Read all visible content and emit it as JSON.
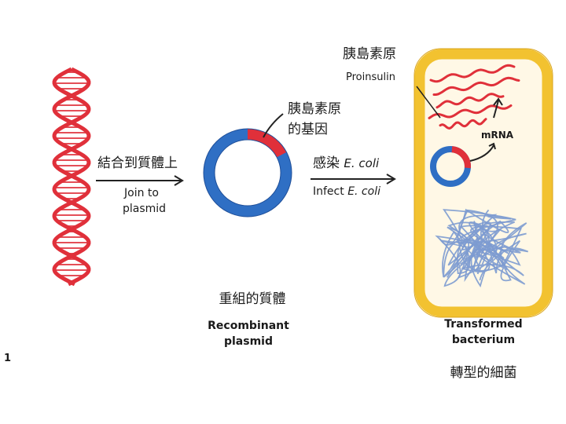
{
  "labels": {
    "join_zh": "結合到質體上",
    "join_en_1": "Join to",
    "join_en_2": "plasmid",
    "gene_zh_1": "胰島素原",
    "gene_zh_2": "的基因",
    "infect_zh_prefix": "感染",
    "infect_zh_species": "E. coli",
    "infect_en_prefix": "Infect",
    "infect_en_species": "E. coli",
    "recomb_zh": "重組的質體",
    "recomb_en_1": "Recombinant",
    "recomb_en_2": "plasmid",
    "proinsulin_zh": "胰島素原",
    "proinsulin_en": "Proinsulin",
    "mrna": "mRNA",
    "transformed_en_1": "Transformed",
    "transformed_en_2": "bacterium",
    "transformed_zh": "轉型的細菌",
    "corner_mark": "1"
  },
  "colors": {
    "dna": "#e0303a",
    "plasmid_blue": "#2f6fc4",
    "plasmid_red": "#e0303a",
    "cell_wall": "#f2c230",
    "cell_fill": "#fff8e6",
    "chromosome": "#7d9bd0",
    "arrow": "#222222"
  },
  "icons": {
    "dna": "dna-double-helix-icon",
    "plasmid": "recombinant-plasmid-icon",
    "bacterium": "bacterium-cell-icon",
    "chromosome": "bacterial-chromosome-icon"
  }
}
